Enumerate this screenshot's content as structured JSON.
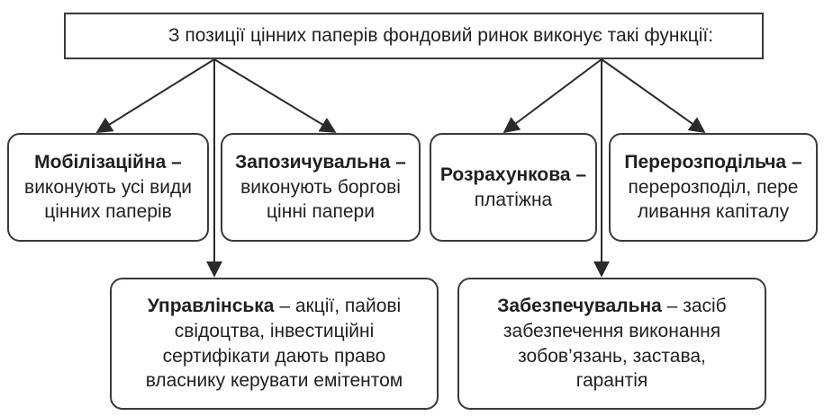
{
  "header": {
    "text": "З позиції цінних паперів фондовий ринок виконує такі функції:"
  },
  "functions": [
    {
      "title": "Мобілізаційна",
      "dash": " –",
      "lines": [
        "виконують усі види",
        "цінних паперів"
      ]
    },
    {
      "title": "Запозичувальна",
      "dash": " –",
      "lines": [
        "виконують боргові",
        "цінні папери"
      ]
    },
    {
      "title": "Розрахункова",
      "dash": " –",
      "lines": [
        "платіжна"
      ]
    },
    {
      "title": "Перерозподільча",
      "dash": " –",
      "lines": [
        "перерозподіл, пере",
        "ливання капіталу"
      ]
    },
    {
      "title": "Управлінська",
      "dash": " – ",
      "first_rest": "акції, пайові",
      "lines": [
        "свідоцтва, інвестиційні",
        "сертифікати дають право",
        "власнику керувати емітентом"
      ]
    },
    {
      "title": "Забезпечувальна",
      "dash": " – ",
      "first_rest": "засіб",
      "lines": [
        "забезпечення виконання",
        "зобов’язань, застава,",
        "гарантія"
      ]
    }
  ],
  "colors": {
    "border": "#3a3a3a",
    "line": "#2b2b2b",
    "text": "#1f1f1f"
  }
}
